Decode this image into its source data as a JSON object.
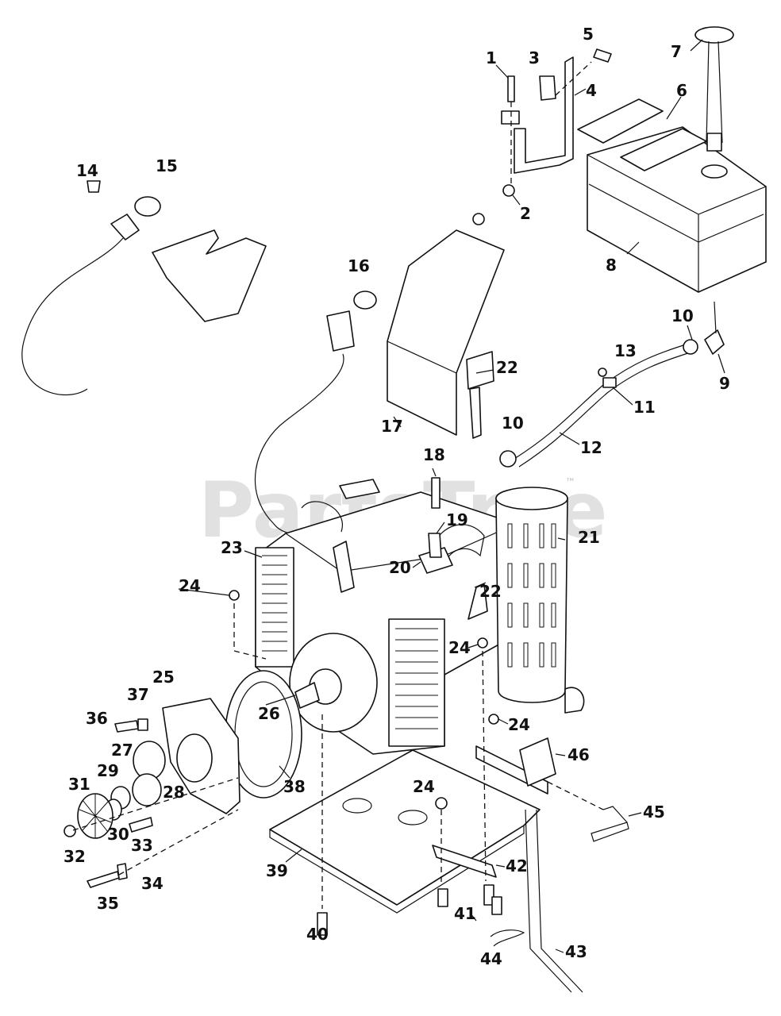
{
  "watermark": {
    "text": "PartsTree",
    "trademark": "™"
  },
  "callouts": [
    "1",
    "2",
    "3",
    "4",
    "5",
    "6",
    "7",
    "8",
    "9",
    "10",
    "10",
    "11",
    "12",
    "13",
    "14",
    "15",
    "16",
    "17",
    "18",
    "19",
    "20",
    "21",
    "22",
    "22",
    "23",
    "24",
    "24",
    "24",
    "24",
    "25",
    "26",
    "27",
    "28",
    "29",
    "30",
    "31",
    "32",
    "33",
    "34",
    "35",
    "36",
    "37",
    "38",
    "39",
    "40",
    "41",
    "42",
    "43",
    "44",
    "45",
    "46"
  ],
  "colors": {
    "ink": "#111111",
    "paper": "#ffffff",
    "watermark": "#c8c8c8"
  }
}
